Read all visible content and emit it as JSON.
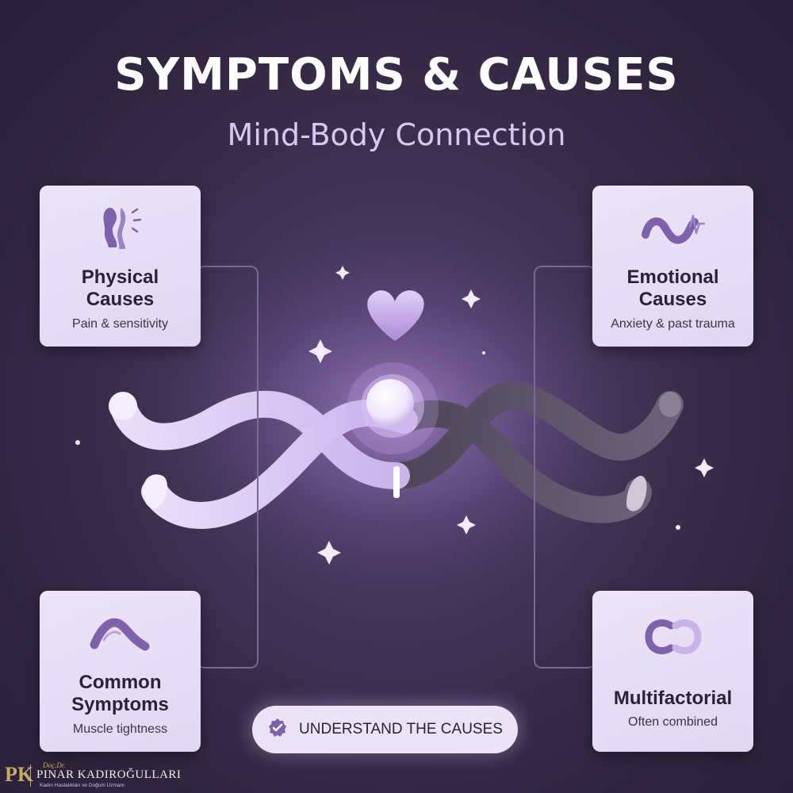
{
  "header": {
    "title": "SYMPTOMS & CAUSES",
    "subtitle": "Mind-Body Connection"
  },
  "cards": [
    {
      "title_line1": "Physical",
      "title_line2": "Causes",
      "text": "Pain & sensitivity",
      "icon": "body-silhouette-icon"
    },
    {
      "title_line1": "Emotional",
      "title_line2": "Causes",
      "text": "Anxiety & past trauma",
      "icon": "wave-pulse-icon"
    },
    {
      "title_line1": "Common",
      "title_line2": "Symptoms",
      "text": "Muscle tightness",
      "icon": "curved-muscle-icon"
    },
    {
      "title_line1": "Multifactorial",
      "title_line2": "",
      "text": "Often combined",
      "icon": "interlocking-rings-icon"
    }
  ],
  "cta": {
    "label": "UNDERSTAND THE CAUSES",
    "icon": "check-badge-icon"
  },
  "logo": {
    "mark": "PK",
    "prefix": "Doç.Dr.",
    "name": "PINAR KADIROĞULLARI",
    "role": "Kadın Hastalıkları ve Doğum Uzmanı"
  },
  "colors": {
    "background": "#3f3152",
    "card": "#e8def5",
    "accent_light": "#d8c3f0",
    "accent_dark": "#5a5068",
    "icon": "#7a5ea8",
    "logo_gold": "#c9a867"
  }
}
